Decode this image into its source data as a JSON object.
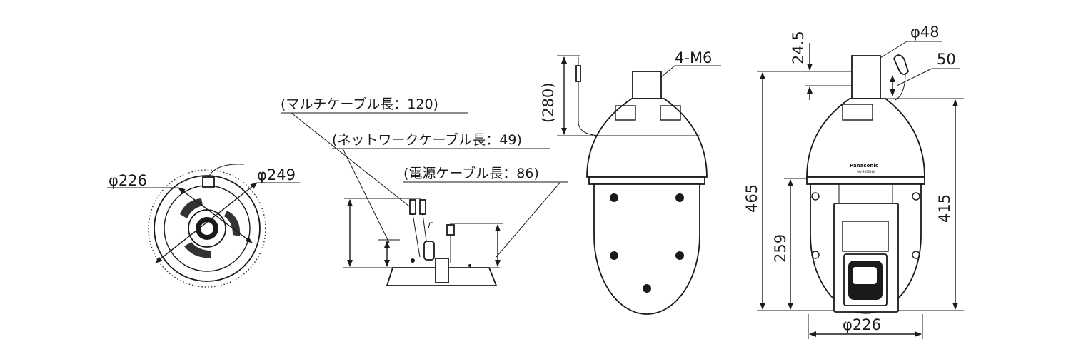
{
  "bottom_view": {
    "dim_inner": "φ226",
    "dim_outer": "φ249"
  },
  "cable_view": {
    "multi_cable": "(マルチケーブル長：120)",
    "network_cable": "(ネットワークケーブル長：49)",
    "power_cable": "(電源ケーブル長：86)"
  },
  "side_view": {
    "dim_280": "(280)",
    "screw_label": "4-M6"
  },
  "front_view": {
    "dim_24_5": "24.5",
    "dim_phi48": "φ48",
    "dim_50": "50",
    "dim_465": "465",
    "dim_415": "415",
    "dim_259": "259",
    "dim_phi226": "φ226",
    "brand": "Panasonic",
    "model": "WV-S6532LN"
  }
}
